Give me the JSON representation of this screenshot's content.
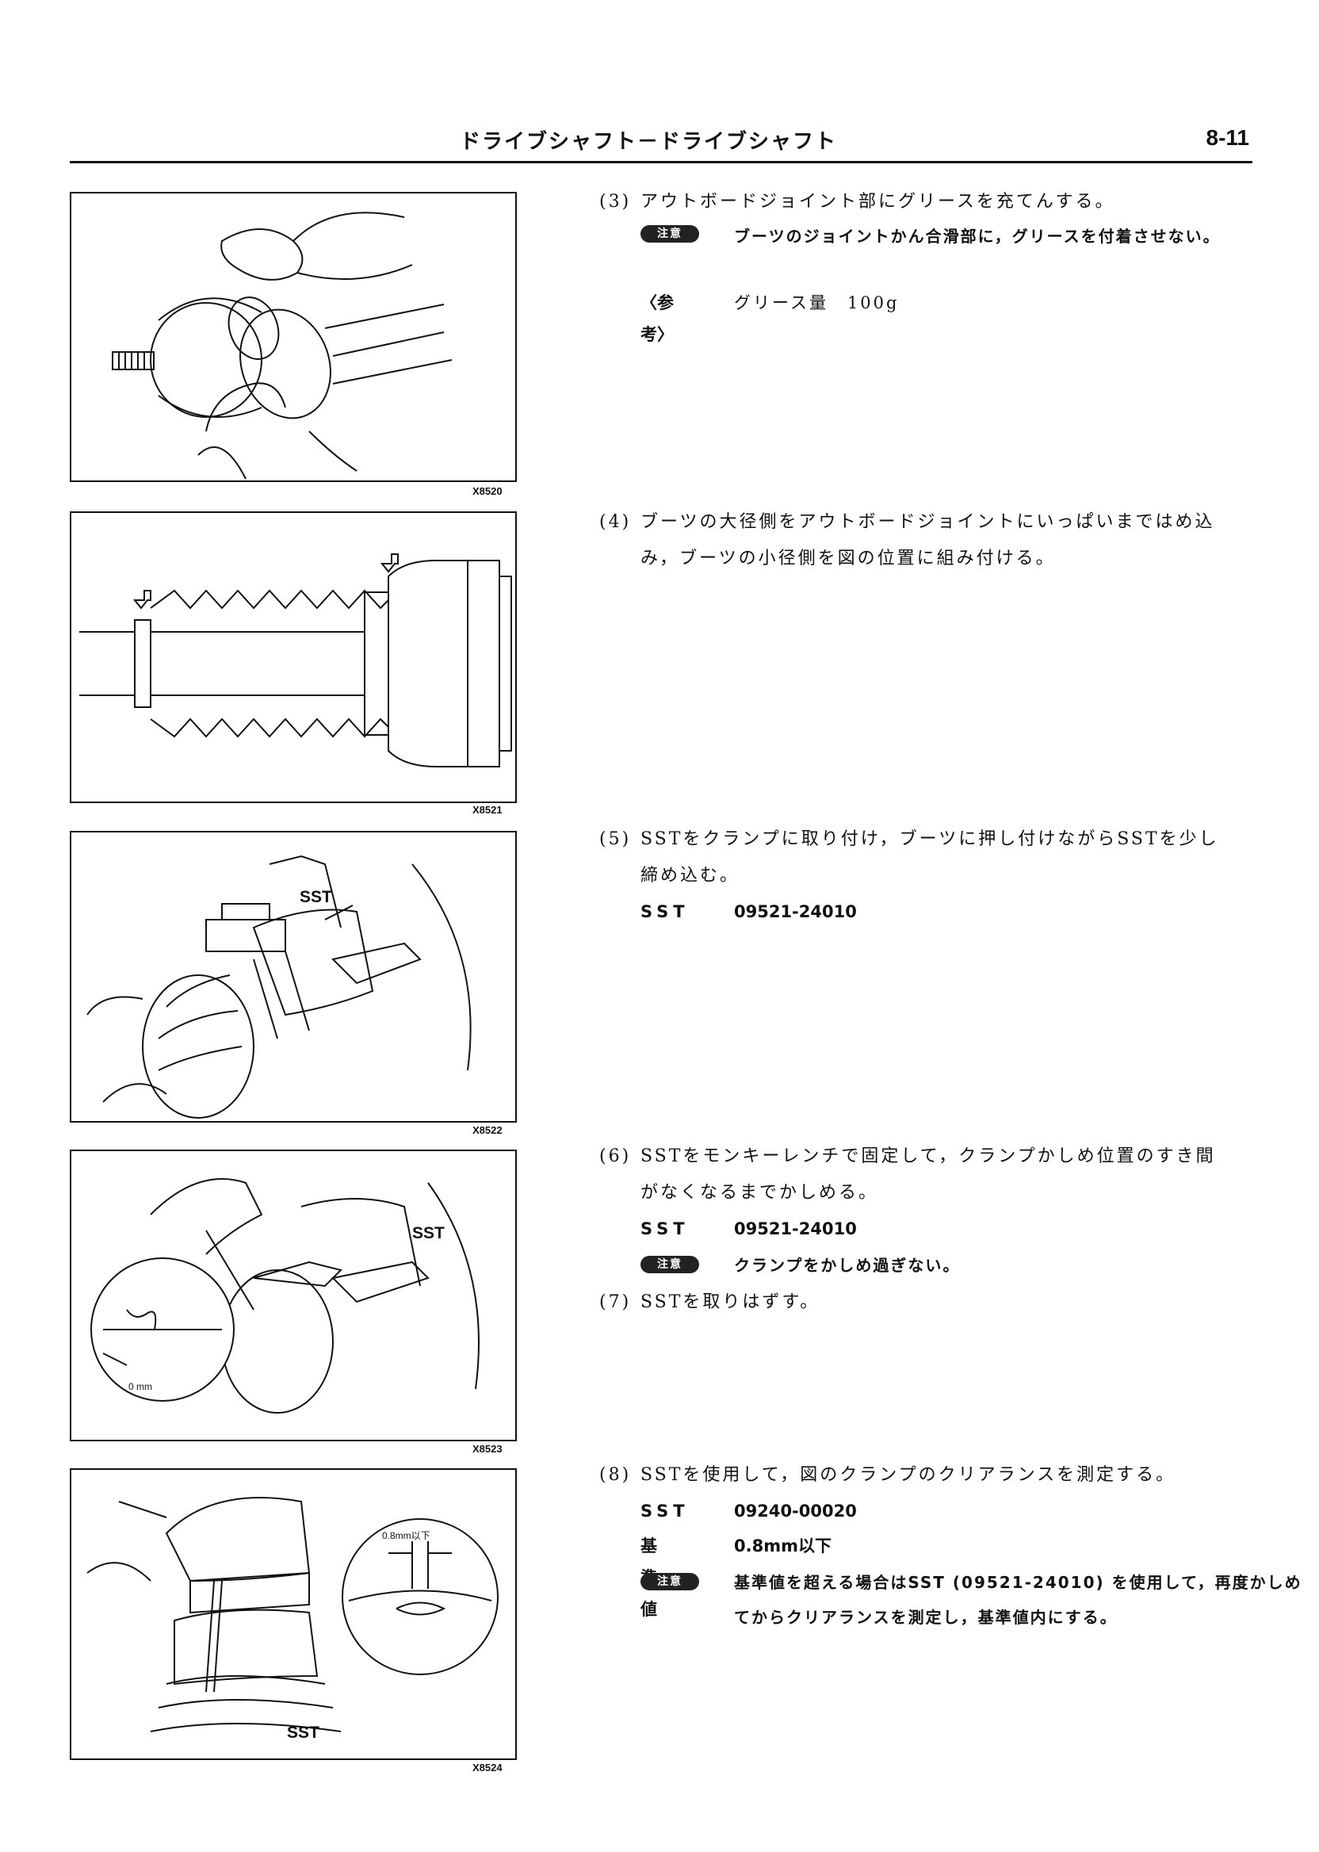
{
  "header": {
    "title": "ドライブシャフト－ドライブシャフト",
    "page_number": "8-11"
  },
  "figures": [
    {
      "id": "X8520"
    },
    {
      "id": "X8521"
    },
    {
      "id": "X8522",
      "label": "SST"
    },
    {
      "id": "X8523",
      "label": "SST",
      "inset_label": "0 mm"
    },
    {
      "id": "X8524",
      "label": "SST",
      "inset_label": "0.8mm以下"
    }
  ],
  "steps": {
    "s3": {
      "num": "(3)",
      "text": "アウトボードジョイント部にグリースを充てんする。",
      "note_badge": "注意",
      "note": "ブーツのジョイントかん合滑部に，グリースを付着させない。",
      "ref_label": "〈参考〉",
      "ref_value": "グリース量　100g"
    },
    "s4": {
      "num": "(4)",
      "text": "ブーツの大径側をアウトボードジョイントにいっぱいまではめ込み，ブーツの小径側を図の位置に組み付ける。"
    },
    "s5": {
      "num": "(5)",
      "text": "SSTをクランプに取り付け，ブーツに押し付けながらSSTを少し締め込む。",
      "sst_label": "SST",
      "sst_value": "09521-24010"
    },
    "s6": {
      "num": "(6)",
      "text": "SSTをモンキーレンチで固定して，クランプかしめ位置のすき間がなくなるまでかしめる。",
      "sst_label": "SST",
      "sst_value": "09521-24010",
      "note_badge": "注意",
      "note": "クランプをかしめ過ぎない。"
    },
    "s7": {
      "num": "(7)",
      "text": "SSTを取りはずす。"
    },
    "s8": {
      "num": "(8)",
      "text": "SSTを使用して，図のクランプのクリアランスを測定する。",
      "sst_label": "SST",
      "sst_value": "09240-00020",
      "std_label": "基準値",
      "std_value": "0.8mm以下",
      "note_badge": "注意",
      "note": "基準値を超える場合はSST (09521-24010) を使用して，再度かしめてからクリアランスを測定し，基準値内にする。"
    }
  }
}
